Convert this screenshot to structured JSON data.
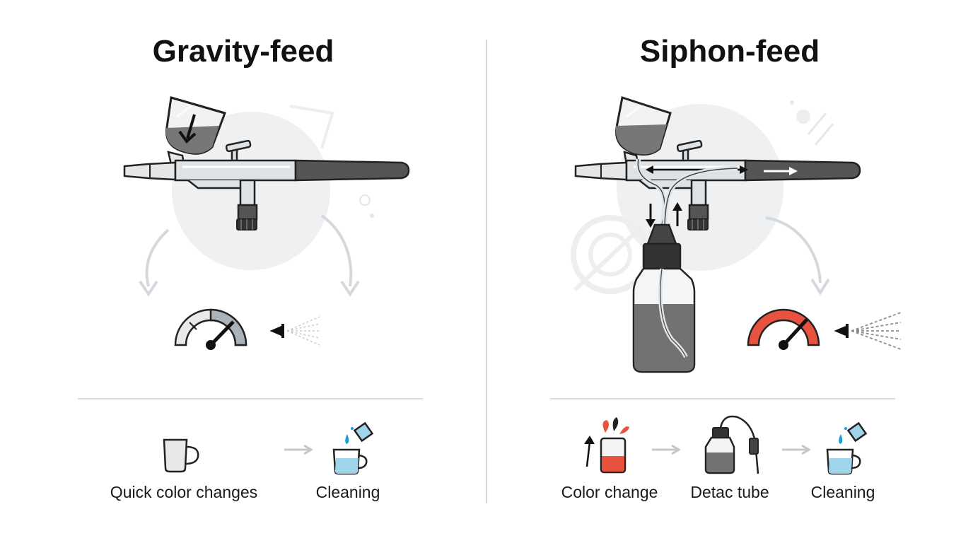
{
  "left": {
    "title": "Gravity-feed",
    "steps": [
      {
        "label": "Quick color changes"
      },
      {
        "label": "Cleaning"
      }
    ]
  },
  "right": {
    "title": "Siphon-feed",
    "steps": [
      {
        "label": "Color change"
      },
      {
        "label": "Detac tube"
      },
      {
        "label": "Cleaning"
      }
    ]
  },
  "colors": {
    "accent_red": "#e8533f",
    "dark": "#111111",
    "paint_gray": "#6f6f6f",
    "light_gray": "#e9ecef",
    "water_blue": "#9fd4ea"
  }
}
